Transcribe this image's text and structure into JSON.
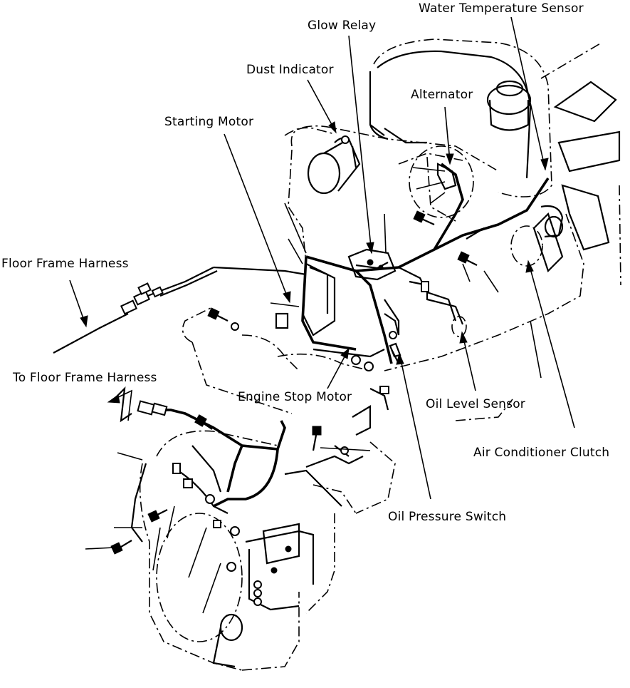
{
  "labels": {
    "water_temperature_sensor": "Water Temperature Sensor",
    "glow_relay": "Glow Relay",
    "dust_indicator": "Dust Indicator",
    "alternator": "Alternator",
    "starting_motor": "Starting Motor",
    "floor_frame_harness": "Floor Frame Harness",
    "to_floor_frame_harness": "To Floor Frame Harness",
    "engine_stop_motor": "Engine Stop Motor",
    "oil_level_sensor": "Oil Level Sensor",
    "air_conditioner_clutch": "Air Conditioner Clutch",
    "oil_pressure_switch": "Oil Pressure Switch"
  },
  "colors": {
    "ink": "#000000",
    "paper": "#ffffff"
  }
}
